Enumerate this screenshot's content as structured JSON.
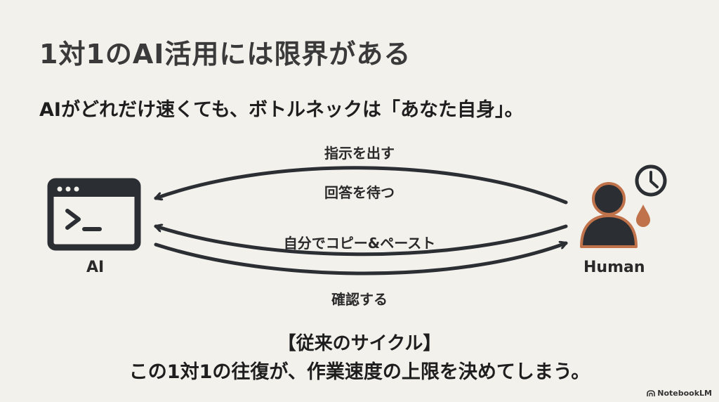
{
  "title": "1対1のAI活用には限界がある",
  "subtitle": "AIがどれだけ速くても、ボトルネックは「あなた自身」。",
  "nodes": {
    "ai": {
      "label": "AI",
      "icon": "terminal-window-icon"
    },
    "human": {
      "label": "Human",
      "icon": "person-icon",
      "badges": [
        "clock-icon",
        "sweat-drop-icon"
      ]
    }
  },
  "arrows": {
    "give_instructions": "指示を出す",
    "wait_for_answer": "回答を待つ",
    "copy_paste": "自分でコピー&ペースト",
    "confirm": "確認する"
  },
  "caption": {
    "heading": "【従来のサイクル】",
    "text": "この1対1の往復が、作業速度の上限を決めてしまう。"
  },
  "brand": "NotebookLM",
  "colors": {
    "background": "#f2f1ec",
    "ink": "#2b2e33",
    "accent": "#c0724a"
  }
}
